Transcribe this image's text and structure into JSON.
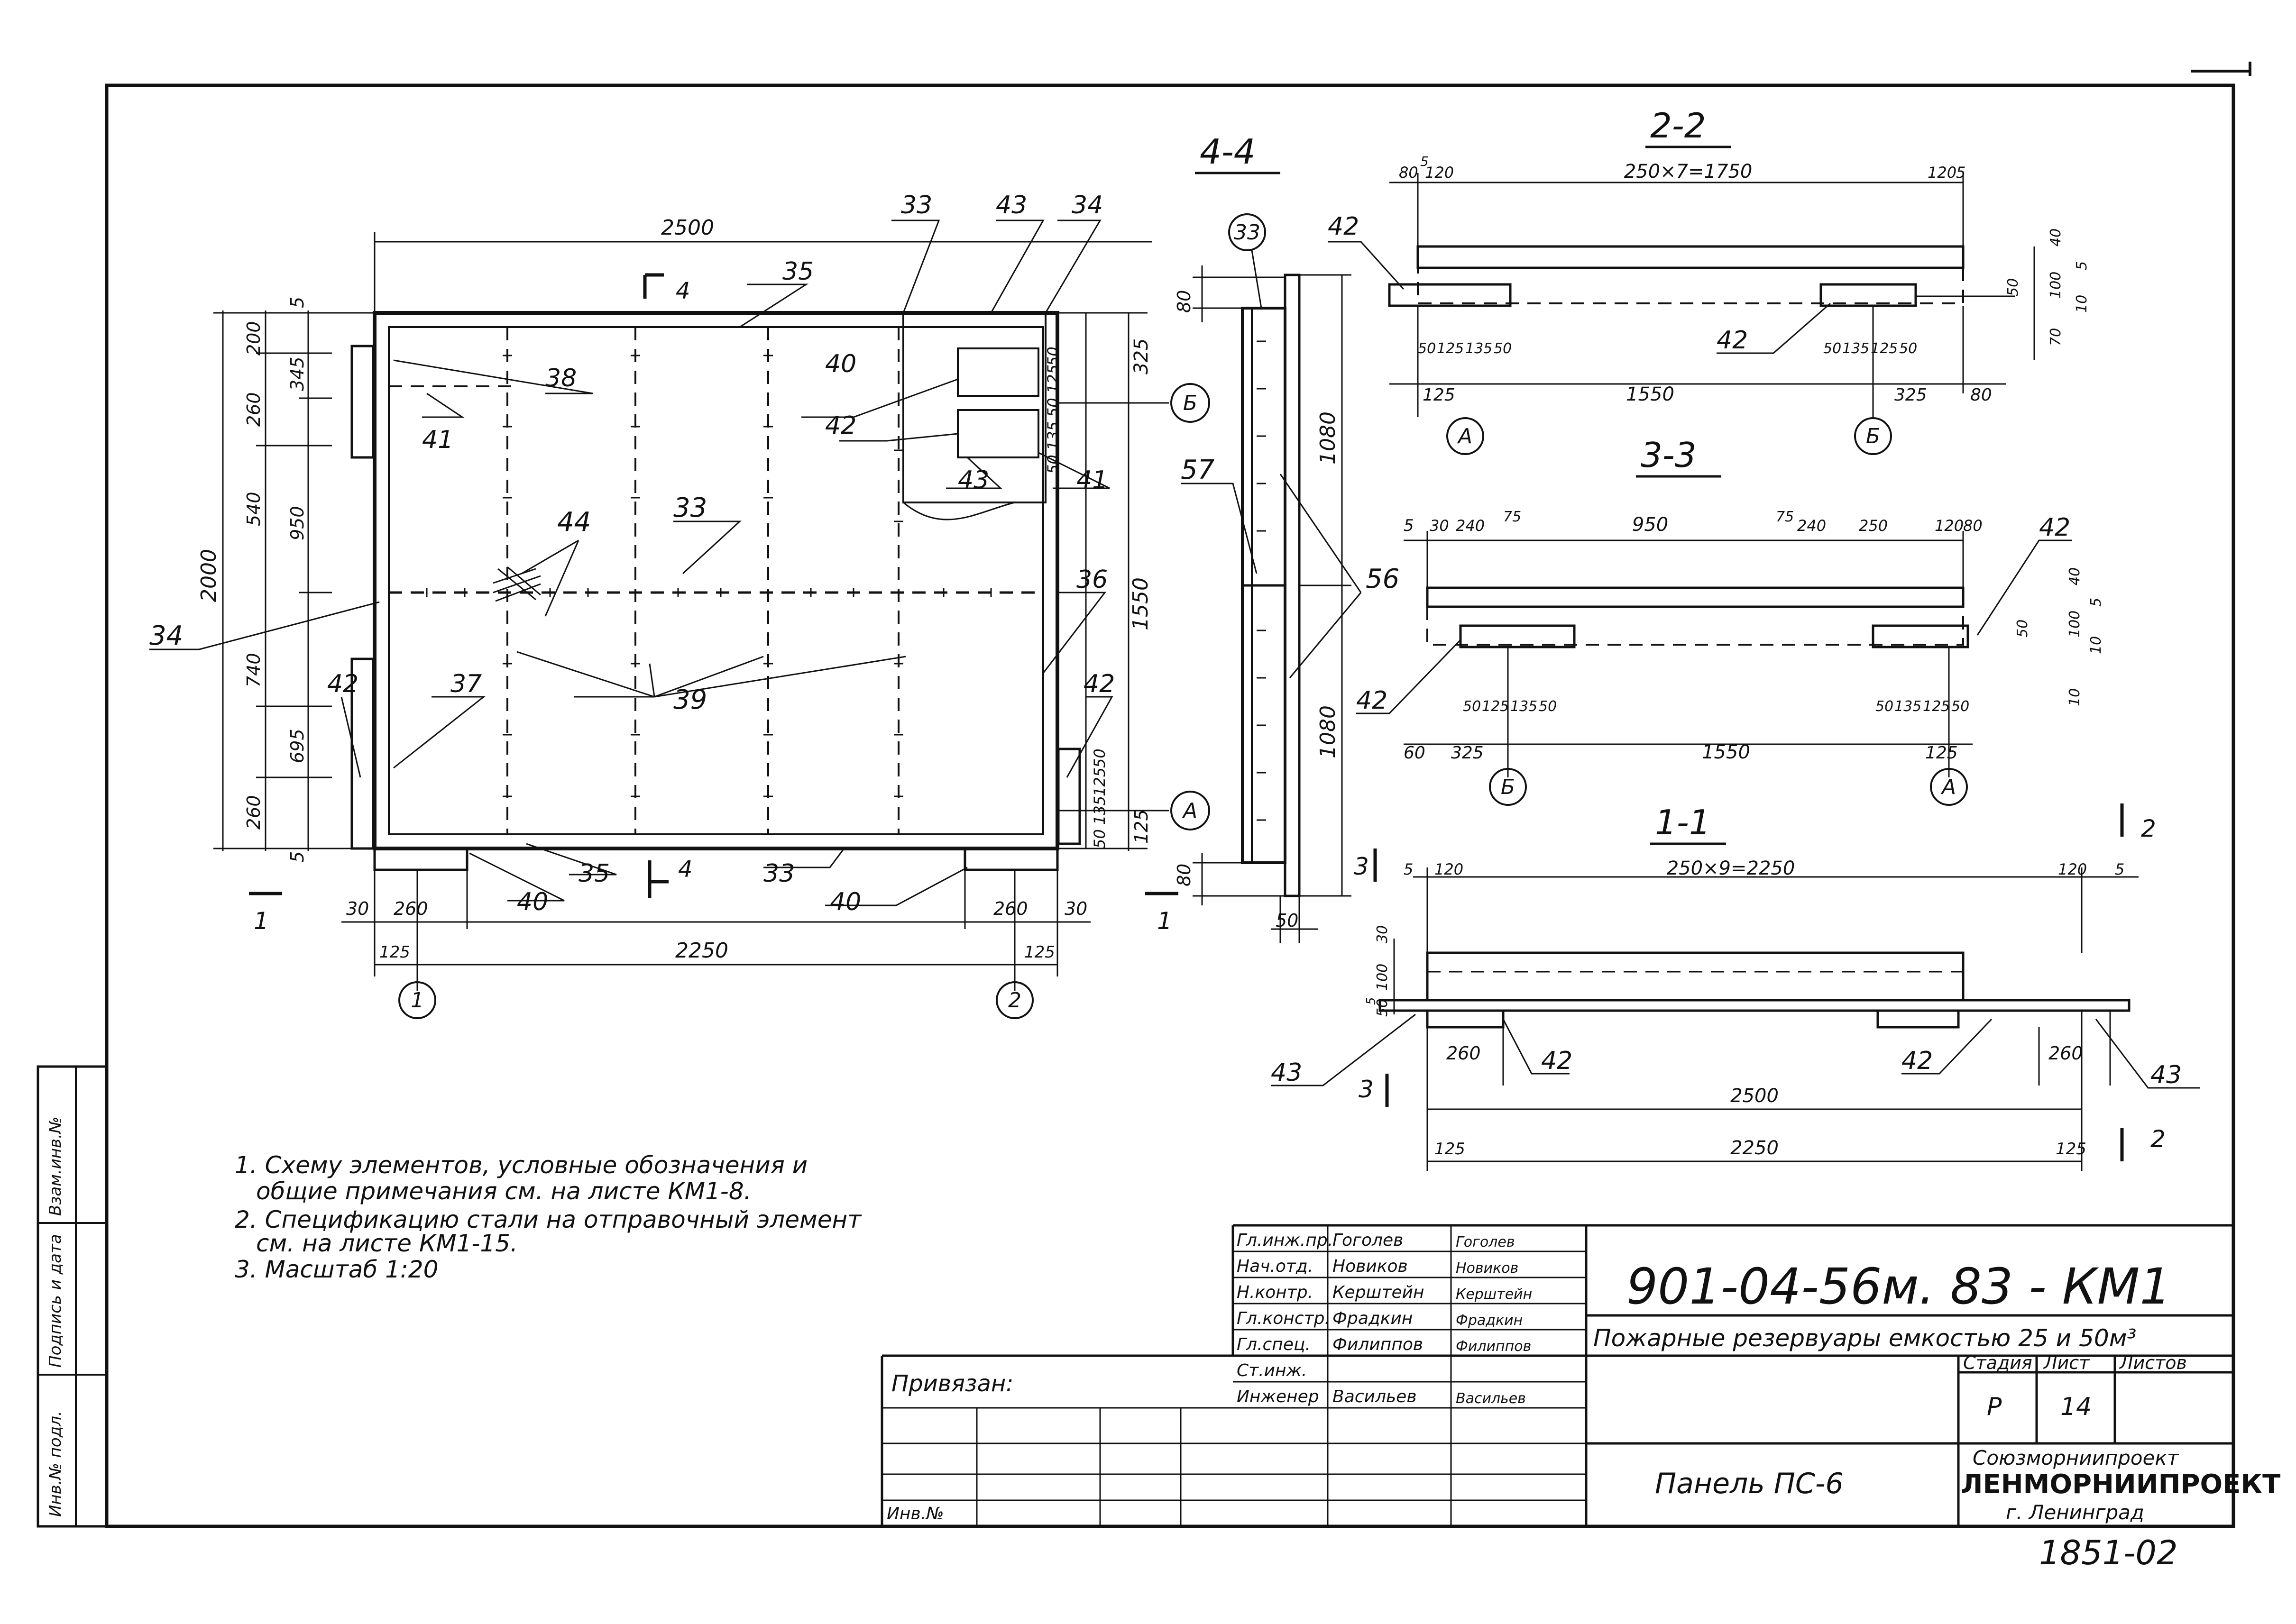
{
  "view_main": {
    "cut_marker": "4",
    "dims_top": {
      "overall": "2500"
    },
    "dims_bottom": {
      "left_a": "30",
      "left_b": "260",
      "right_a": "260",
      "right_b": "30",
      "edge_l": "125",
      "edge_r": "125",
      "overall": "2250"
    },
    "dims_left": {
      "v1": "5",
      "v2": "200",
      "v3": "345",
      "v4": "260",
      "v5": "540",
      "v6": "950",
      "v7": "740",
      "v8": "695",
      "v9": "260",
      "v10": "5",
      "overall": "2000"
    },
    "dims_right": {
      "d1": "325",
      "d2": "1550",
      "d3": "125",
      "s1": "50",
      "s2": "125",
      "s3": "50",
      "s4": "135",
      "s5": "50",
      "t1": "50",
      "t2": "125",
      "t3": "135",
      "t4": "50"
    },
    "axes": {
      "b_top": "Б",
      "a_bottom": "А",
      "one": "1",
      "two": "2"
    },
    "callouts": {
      "c33a": "33",
      "c43a": "43",
      "c34a": "34",
      "c35a": "35",
      "c38": "38",
      "c40a": "40",
      "c41a": "41",
      "c42a": "42",
      "c43b": "43",
      "c41b": "41",
      "c44": "44",
      "c33b": "33",
      "c34b": "34",
      "c36": "36",
      "c39": "39",
      "c42b": "42",
      "c37": "37",
      "c42c": "42",
      "c40b": "40",
      "c35b": "35",
      "c33c": "33",
      "c40c": "40"
    },
    "section_marks": {
      "left": "1",
      "right": "1",
      "bottom": "4"
    }
  },
  "section_44": {
    "title": "4-4",
    "callout_33": "33",
    "callout_57": "57",
    "callout_56": "56",
    "dims": {
      "top": "80",
      "h1": "1080",
      "h2": "1080",
      "bottom": "80",
      "side": "50"
    },
    "mark_3": "3"
  },
  "section_22": {
    "title": "2-2",
    "dims_top": {
      "a": "80",
      "b": "5",
      "c": "120",
      "mid": "250×7=1750",
      "d": "120",
      "e": "5"
    },
    "dims_bottom": {
      "a": "50",
      "b": "125",
      "c": "135",
      "d": "50",
      "e": "50",
      "f": "135",
      "g": "125",
      "h": "50",
      "l": "125",
      "mid": "1550",
      "r": "325",
      "rr": "80"
    },
    "dims_right": {
      "a": "40",
      "b": "5",
      "c": "50",
      "d": "100",
      "e": "10",
      "f": "70"
    },
    "callout_left": "42",
    "callout_mid": "42",
    "axis_a": "А",
    "axis_b": "Б"
  },
  "section_33": {
    "title": "3-3",
    "dims_top": {
      "a": "5",
      "b": "30",
      "c": "240",
      "d": "75",
      "mid": "950",
      "e": "75",
      "f": "240",
      "g": "250",
      "h": "120",
      "i": "80"
    },
    "dims_bottom": {
      "a": "50",
      "b": "125",
      "c": "135",
      "d": "50",
      "e": "50",
      "f": "135",
      "g": "125",
      "h": "50",
      "l": "60",
      "m": "325",
      "mid": "1550",
      "r": "125"
    },
    "dims_right": {
      "a": "40",
      "b": "5",
      "c": "50",
      "d": "100",
      "e": "10",
      "f": "10"
    },
    "callout_left": "42",
    "callout_right": "42",
    "axis_b": "Б",
    "axis_a": "А"
  },
  "section_11": {
    "title": "1-1",
    "dims_top": {
      "a": "5",
      "b": "120",
      "mid": "250×9=2250",
      "c": "120",
      "d": "5"
    },
    "dims_left": {
      "a": "30",
      "b": "100",
      "c": "5",
      "d": "50"
    },
    "dims_bottom": {
      "a": "260",
      "b": "260",
      "overall": "2500",
      "l": "125",
      "mid": "2250",
      "r": "125"
    },
    "callouts": {
      "c43l": "43",
      "c42l": "42",
      "c42r": "42",
      "c43r": "43"
    },
    "mark_2_top": "2",
    "mark_2_bottom": "2",
    "mark_3": "3"
  },
  "notes": [
    "1. Схему элементов, условные обозначения и",
    "общие примечания см. на листе КМ1-8.",
    "2. Спецификацию стали на отправочный элемент",
    "см. на листе КМ1-15.",
    "3. Масштаб 1:20"
  ],
  "side_stamp": [
    "Инв.№ подл.",
    "Подпись и дата",
    "Взам.инв.№"
  ],
  "title_block": {
    "roles": [
      "Гл.инж.пр.",
      "Нач.отд.",
      "Н.контр.",
      "Гл.констр.",
      "Гл.спец.",
      "Ст.инж.",
      "Инженер"
    ],
    "names": [
      "Гоголев",
      "Новиков",
      "Керштейн",
      "Фрадкин",
      "Филиппов",
      "",
      "Васильев"
    ],
    "signatures": [
      "Гоголев",
      "Новиков",
      "Керштейн",
      "Фрадкин",
      "Филиппов",
      "",
      "Васильев"
    ],
    "privyazan": "Привязан:",
    "inv": "Инв.№",
    "doc_code": "901-04-56м. 83 - КМ1",
    "project": "Пожарные резервуары емкостью 25 и 50м³",
    "stage_label": "Стадия",
    "sheet_label": "Лист",
    "sheets_label": "Листов",
    "stage": "Р",
    "sheet": "14",
    "element": "Панель ПС-6",
    "org1": "Союзморниипроект",
    "org2": "ЛЕНМОРНИИПРОЕКТ",
    "org3": "г. Ленинград",
    "archive": "1851-02"
  }
}
